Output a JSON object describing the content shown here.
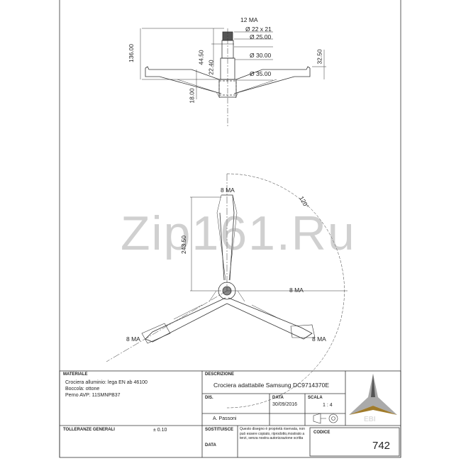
{
  "drawing": {
    "dims": {
      "thread": "12 MA",
      "spline": "Ø 22 x 21",
      "d25": "Ø 25.00",
      "d30": "Ø 30.00",
      "d35": "Ø 35.00",
      "h136": "136.00",
      "h44": "44.50",
      "h22": "22.40",
      "h32": "32.50",
      "h18": "18.00",
      "h243": "243.50",
      "angle": "120°",
      "ma_top": "8 MA",
      "ma_center": "8 MA",
      "ma_left": "8 MA",
      "ma_right": "8 MA"
    },
    "watermark": "Zip161.Ru"
  },
  "title_block": {
    "materiale_label": "MATERIALE",
    "materiale_lines": [
      "Crociera alluminio: lega EN ab 46100",
      "Boccola: ottone",
      "Perno AVP: 11SMNPB37"
    ],
    "tolleranze_label": "TOLLERANZE GENERALI",
    "tolleranze_value": "± 0.10",
    "descrizione_label": "DESCRIZIONE",
    "descrizione_value": "Crociera adattabile Samsung DC9714370E",
    "dis_label": "DIS.",
    "dis_value": "A. Passoni",
    "data_label": "DATA",
    "data_value": "30/09/2016",
    "scala_label": "SCALA",
    "scala_value": "1 : 4",
    "sostituisce_label": "SOSTITUISCE",
    "data2_label": "DATA",
    "notice": "Questo disegno è proprietà riservata, non può essere copiato, riprodotto,mostrato a terzi, senza nostra autorizzazione scritta",
    "codice_label": "CODICE",
    "codice_value": "742",
    "logo_text": "EBI"
  }
}
